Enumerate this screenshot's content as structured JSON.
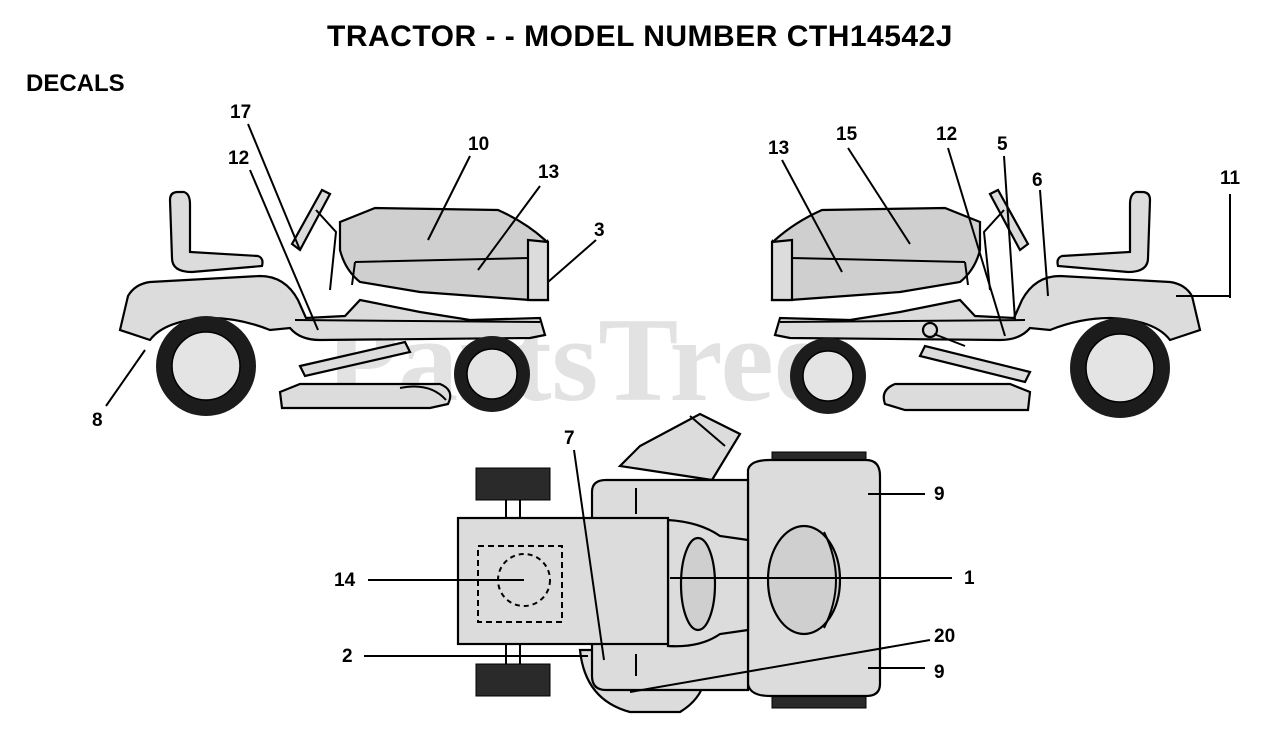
{
  "header": {
    "title": "TRACTOR - - MODEL NUMBER CTH14542J",
    "section": "DECALS"
  },
  "watermark": "PartsTree",
  "callouts": {
    "left_view": [
      "17",
      "12",
      "10",
      "13",
      "3",
      "8"
    ],
    "right_view": [
      "13",
      "15",
      "12",
      "5",
      "6",
      "11"
    ],
    "top_view": [
      "7",
      "9",
      "14",
      "1",
      "20",
      "2",
      "9"
    ]
  },
  "colors": {
    "line": "#000000",
    "fill": "#dcdcdc",
    "watermark": "#cfcfcf"
  }
}
